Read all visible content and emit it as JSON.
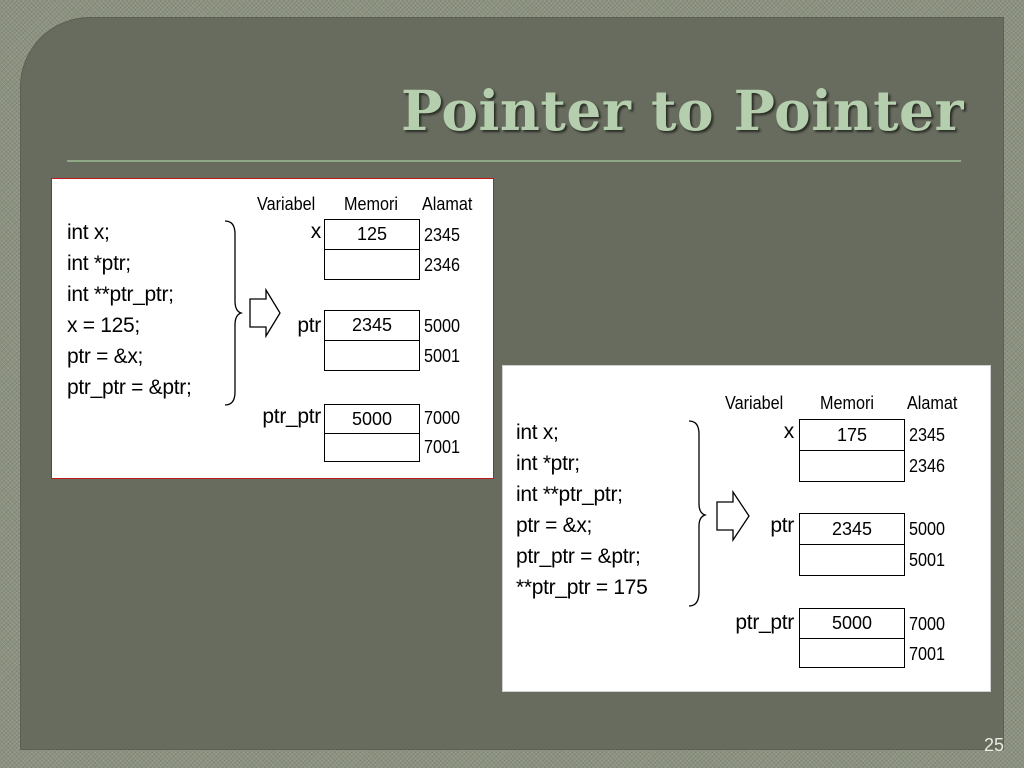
{
  "slide": {
    "title": "Pointer to Pointer",
    "page_number": "25"
  },
  "headers": {
    "variable": "Variabel",
    "memory": "Memori",
    "address": "Alamat"
  },
  "diagram1": {
    "code": [
      "int x;",
      "int *ptr;",
      "int **ptr_ptr;",
      "x = 125;",
      "ptr = &x;",
      "ptr_ptr = &ptr;"
    ],
    "rows": [
      {
        "name": "x",
        "value": "125",
        "address": "2345"
      },
      {
        "name": "",
        "value": "",
        "address": "2346"
      },
      {
        "name": "ptr",
        "value": "2345",
        "address": "5000"
      },
      {
        "name": "",
        "value": "",
        "address": "5001"
      },
      {
        "name": "ptr_ptr",
        "value": "5000",
        "address": "7000"
      },
      {
        "name": "",
        "value": "",
        "address": "7001"
      }
    ]
  },
  "diagram2": {
    "code": [
      "int x;",
      "int *ptr;",
      "int **ptr_ptr;",
      "ptr = &x;",
      "ptr_ptr = &ptr;",
      "**ptr_ptr = 175"
    ],
    "rows": [
      {
        "name": "x",
        "value": "175",
        "address": "2345"
      },
      {
        "name": "",
        "value": "",
        "address": "2346"
      },
      {
        "name": "ptr",
        "value": "2345",
        "address": "5000"
      },
      {
        "name": "",
        "value": "",
        "address": "5001"
      },
      {
        "name": "ptr_ptr",
        "value": "5000",
        "address": "7000"
      },
      {
        "name": "",
        "value": "",
        "address": "7001"
      }
    ]
  },
  "colors": {
    "panel": "#686c5f",
    "title": "#b5cfae",
    "diagram1_border": "#c0191b"
  }
}
